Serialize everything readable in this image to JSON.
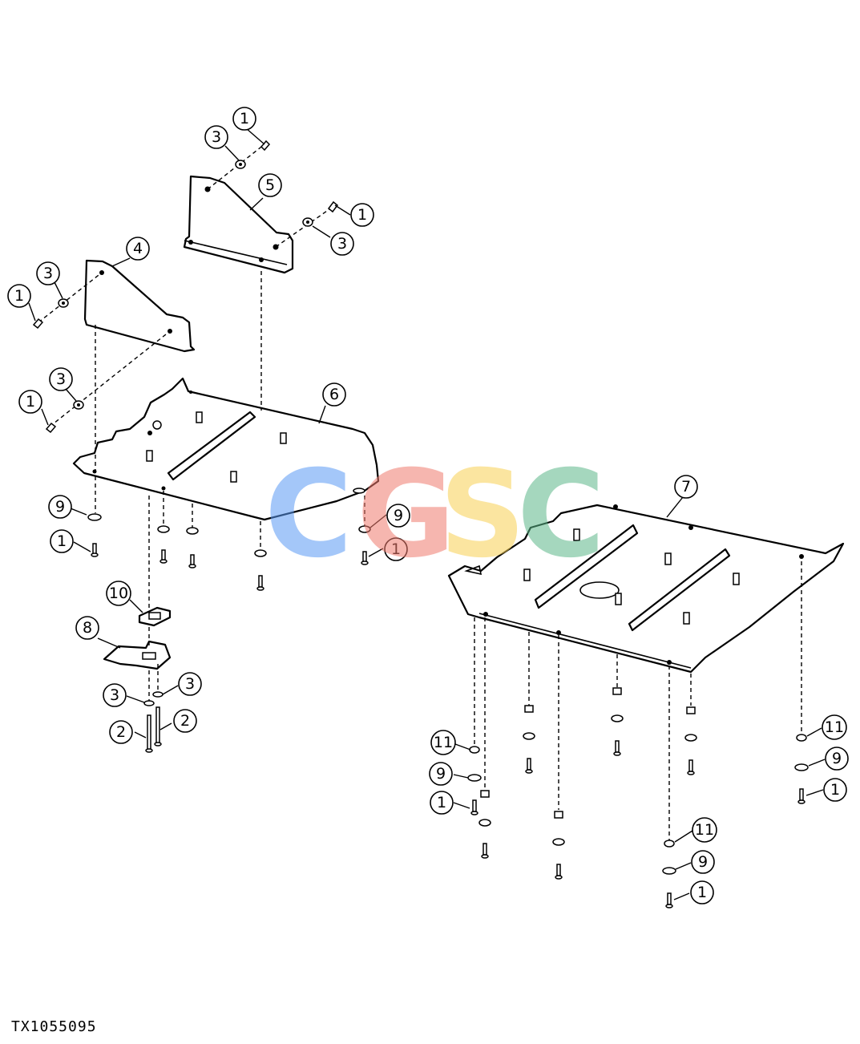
{
  "document_id": "TX1055095",
  "watermark": {
    "letters": [
      "C",
      "G",
      "S",
      "C"
    ],
    "colors": [
      "#5b9bf5",
      "#f07b6e",
      "#f8d154",
      "#5cb889"
    ]
  },
  "callouts": {
    "c1": "1",
    "c2": "2",
    "c3": "3",
    "c4": "4",
    "c5": "5",
    "c6": "6",
    "c7": "7",
    "c8": "8",
    "c9": "9",
    "c10": "10",
    "c11": "11"
  }
}
